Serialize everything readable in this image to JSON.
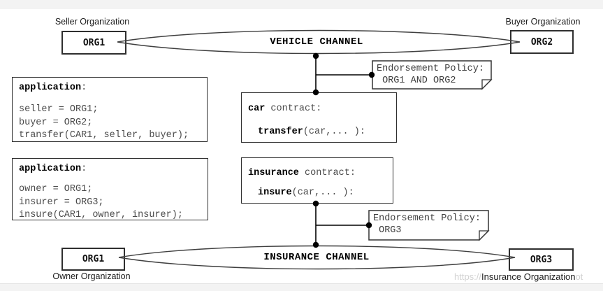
{
  "colors": {
    "ink": "#2f2f2f",
    "code_gray": "#4a4a4a",
    "page_band": "#f3f3f3",
    "watermark": "#d2d2d2"
  },
  "vehicle_channel": {
    "title": "VEHICLE CHANNEL",
    "seller": {
      "label": "Seller Organization",
      "org": "ORG1"
    },
    "buyer": {
      "label": "Buyer Organization",
      "org": "ORG2"
    },
    "endorsement": {
      "line1": "Endorsement Policy:",
      "line2": " ORG1 AND ORG2"
    }
  },
  "insurance_channel": {
    "title": "INSURANCE CHANNEL",
    "owner": {
      "label": "Owner Organization",
      "org": "ORG1"
    },
    "insurer": {
      "label": "Insurance Organization",
      "org": "ORG3"
    },
    "endorsement": {
      "line1": "Endorsement Policy:",
      "line2": " ORG3"
    }
  },
  "app1": {
    "keyword": "application",
    "rest": ":",
    "lines": [
      "seller = ORG1;",
      "buyer = ORG2;",
      "transfer(CAR1, seller, buyer);"
    ]
  },
  "app2": {
    "keyword": "application",
    "rest": ":",
    "lines": [
      "owner = ORG1;",
      "insurer = ORG3;",
      "insure(CAR1, owner, insurer);"
    ]
  },
  "car_contract": {
    "keyword": "car",
    "rest": " contract:",
    "fn_keyword": "transfer",
    "fn_rest": "(car,... ):"
  },
  "insurance_contract": {
    "keyword": "insurance",
    "rest": " contract:",
    "fn_keyword": "insure",
    "fn_rest": "(car,... ):"
  },
  "watermark": {
    "prefix": "https://",
    "suffix": "ot"
  }
}
